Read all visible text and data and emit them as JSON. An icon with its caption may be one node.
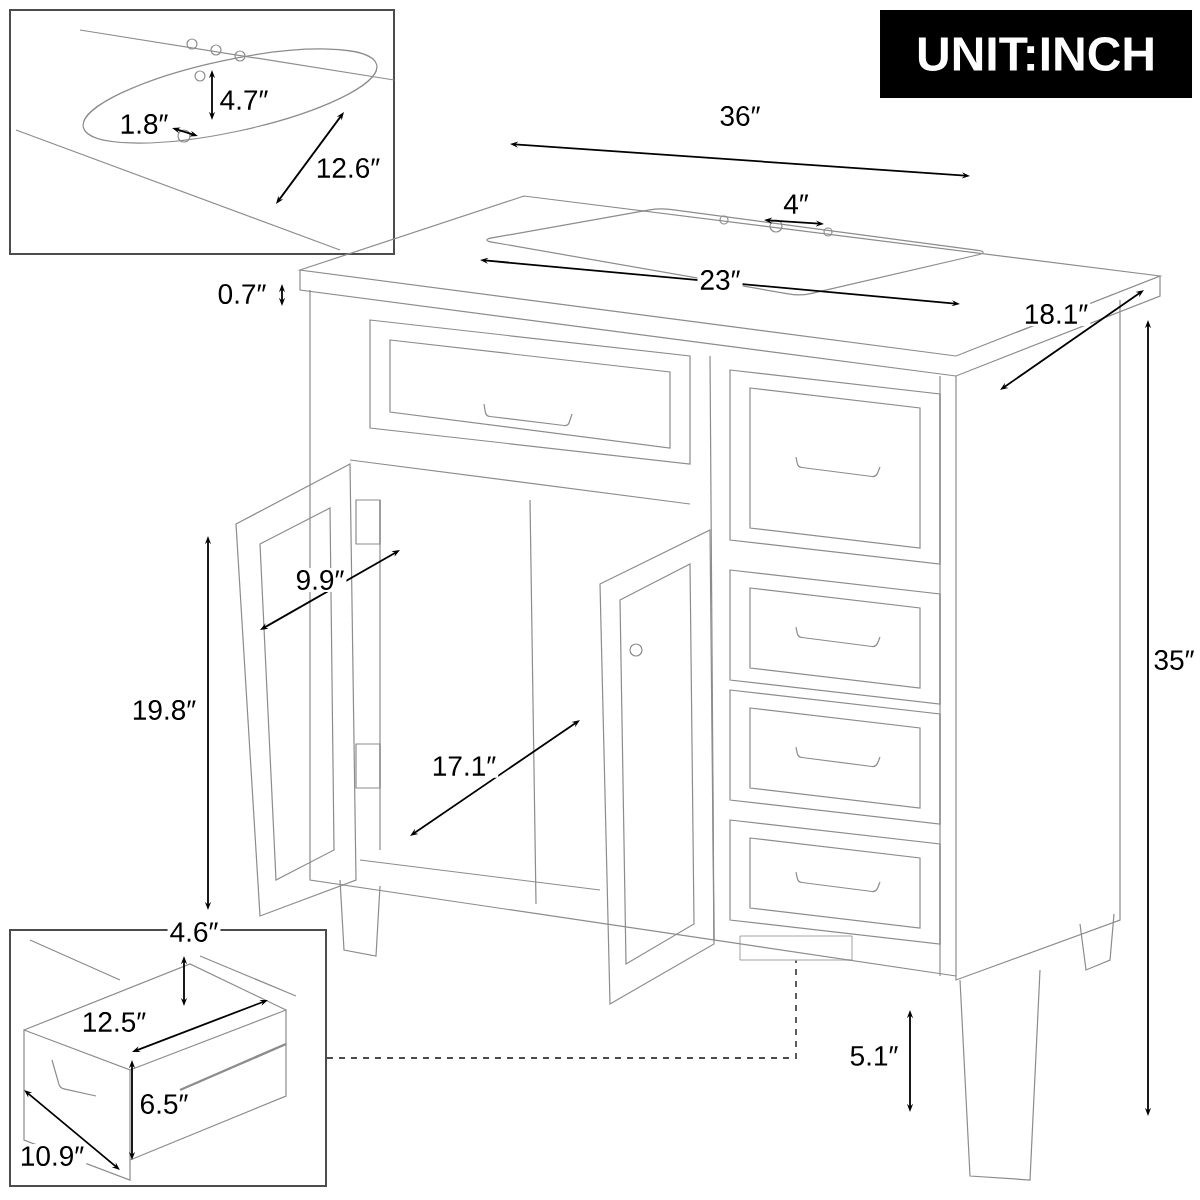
{
  "diagram": {
    "nodes": [
      {
        "text": [],
        "shape": "picture"
      },
      {
        "text": [],
        "shape": "box"
      }
    ],
    "edges": [
      {
        "from": 0,
        "to": 1,
        "arrow": "none",
        "style": "dashed"
      }
    ],
    "labels": [
      "UNIT:INCH",
      "4.7″",
      "1.8″",
      "12.6″",
      "36″",
      "4″",
      "0.7″",
      "23″",
      "18.1″",
      "9.9″",
      "35″",
      "19.8″",
      "17.1″",
      "4.6″",
      "12.5″",
      "6.5″",
      "10.9″",
      "5.1″"
    ]
  }
}
